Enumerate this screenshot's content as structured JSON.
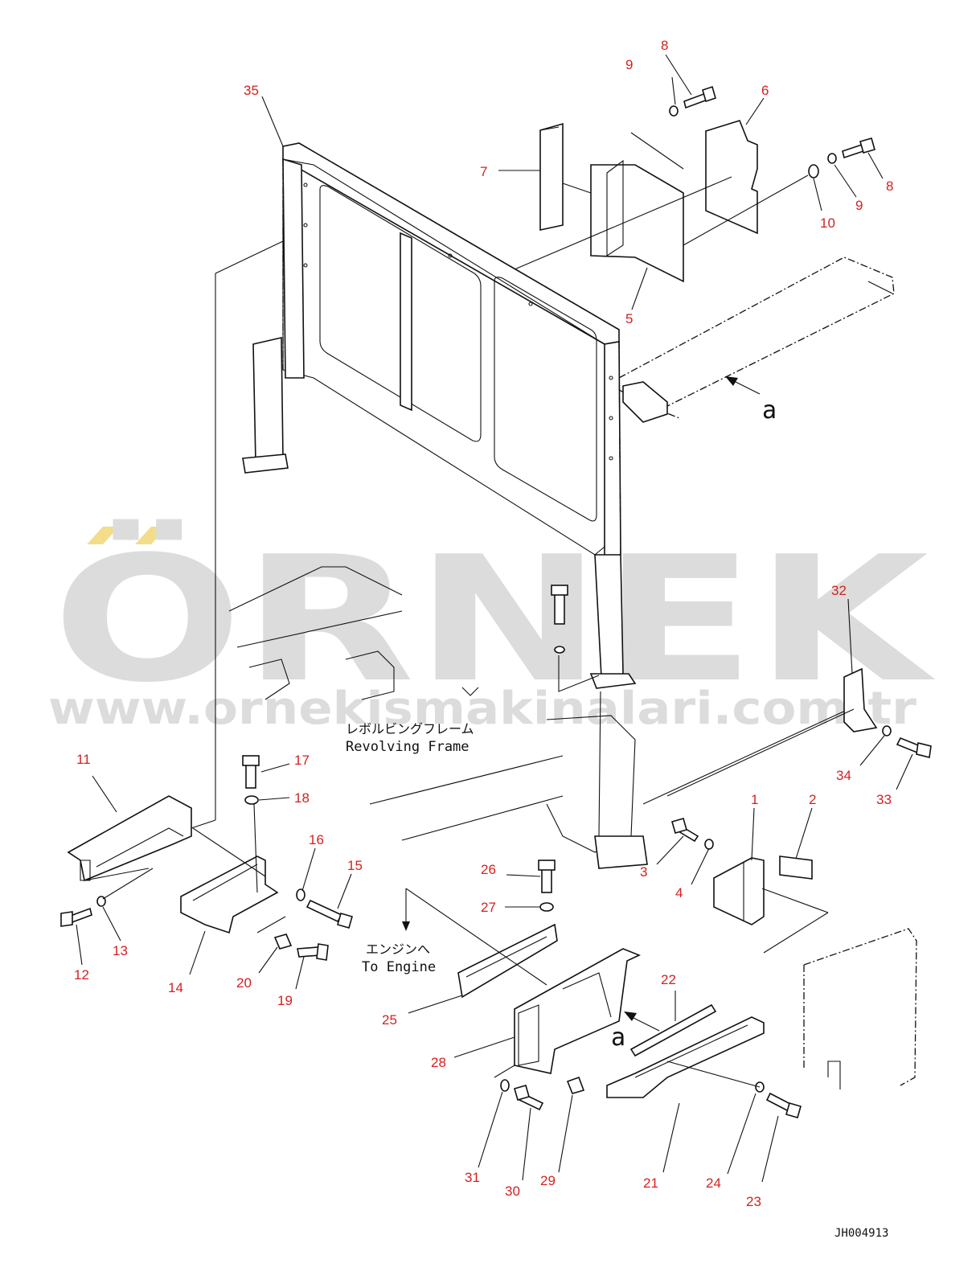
{
  "diagram": {
    "drawing_code": "JH004913",
    "frame_label_jp": "レボルビングフレーム",
    "frame_label_en": "Revolving Frame",
    "engine_label_jp": "エンジンへ",
    "engine_label_en": "To Engine",
    "view_letter": "a",
    "callout_color": "#d62020"
  },
  "watermark": {
    "brand": "ÖRNEK",
    "url": "www.ornekismakinalari.com.tr",
    "accent_color": "#f3dc8a",
    "text_color": "#dcdcdc"
  },
  "callouts": [
    "35",
    "9",
    "8",
    "6",
    "7",
    "8",
    "9",
    "10",
    "5",
    "32",
    "34",
    "33",
    "11",
    "17",
    "18",
    "16",
    "15",
    "1",
    "2",
    "3",
    "4",
    "26",
    "27",
    "13",
    "12",
    "14",
    "20",
    "19",
    "25",
    "22",
    "28",
    "21",
    "24",
    "23",
    "31",
    "30",
    "29"
  ]
}
